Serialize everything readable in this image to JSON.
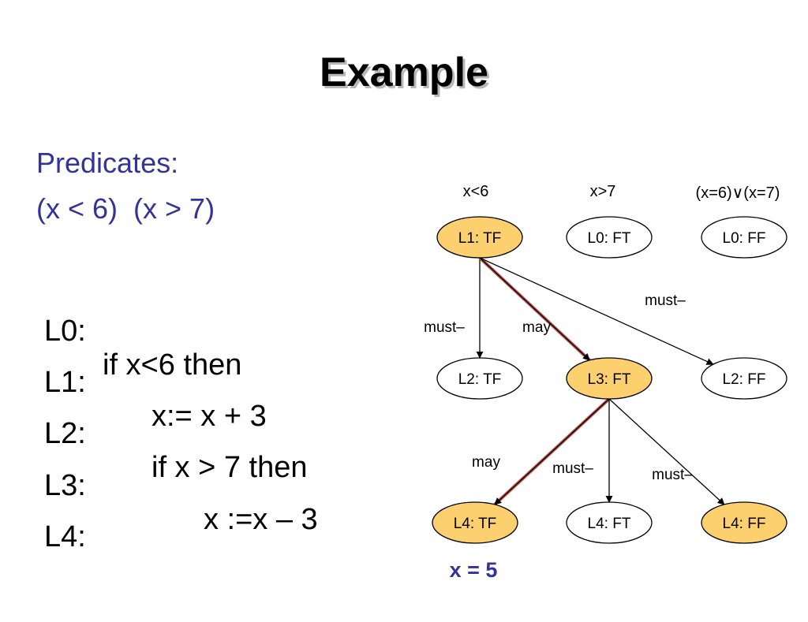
{
  "slide": {
    "title": "Example",
    "predicates_label": "Predicates:",
    "predicates": "(x < 6)  (x > 7)",
    "code": [
      {
        "label": "L0:",
        "stmt": "if x<6 then"
      },
      {
        "label": "L1:",
        "stmt": "x:= x + 3"
      },
      {
        "label": "L2:",
        "stmt": "if x > 7 then"
      },
      {
        "label": "L3:",
        "stmt": "x :=x – 3"
      },
      {
        "label": "L4:",
        "stmt": ""
      }
    ],
    "column_headers": [
      "x<6",
      "x>7",
      "(x=6)∨(x=7)"
    ],
    "result": "x = 5"
  },
  "colors": {
    "highlight_fill": "#fdd06f",
    "plain_fill": "#ffffff",
    "may_edge": "#c0504d",
    "text_blue": "#333399"
  },
  "graph": {
    "nodes": [
      {
        "id": "l1tf",
        "label": "L1: TF",
        "highlighted": true
      },
      {
        "id": "l0ft",
        "label": "L0: FT",
        "highlighted": false
      },
      {
        "id": "l0ff",
        "label": "L0: FF",
        "highlighted": false
      },
      {
        "id": "l2tf",
        "label": "L2: TF",
        "highlighted": false
      },
      {
        "id": "l3ft",
        "label": "L3: FT",
        "highlighted": true
      },
      {
        "id": "l2ff",
        "label": "L2: FF",
        "highlighted": false
      },
      {
        "id": "l4tf",
        "label": "L4: TF",
        "highlighted": true
      },
      {
        "id": "l4ft",
        "label": "L4: FT",
        "highlighted": false
      },
      {
        "id": "l4ff",
        "label": "L4: FF",
        "highlighted": true
      }
    ],
    "edges": [
      {
        "from": "l1tf",
        "to": "l2tf",
        "label": "must–",
        "type": "must"
      },
      {
        "from": "l1tf",
        "to": "l3ft",
        "label": "may",
        "type": "may"
      },
      {
        "from": "l1tf",
        "to": "l2ff",
        "label": "must–",
        "type": "must"
      },
      {
        "from": "l3ft",
        "to": "l4tf",
        "label": "may",
        "type": "may"
      },
      {
        "from": "l3ft",
        "to": "l4ft",
        "label": "must–",
        "type": "must"
      },
      {
        "from": "l3ft",
        "to": "l4ff",
        "label": "must–",
        "type": "must"
      }
    ]
  }
}
